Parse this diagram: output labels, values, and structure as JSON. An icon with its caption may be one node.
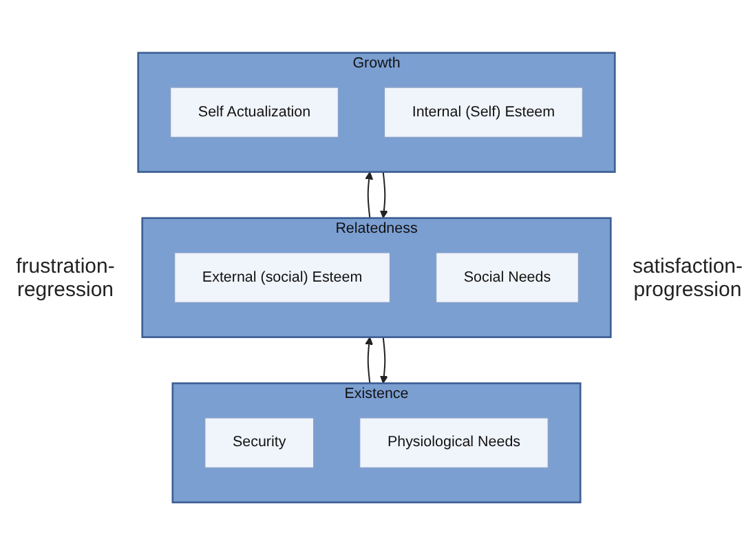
{
  "diagram": {
    "nodes": [
      {
        "text": [
          "Growth"
        ]
      },
      {
        "text": [
          "Self Actualization"
        ],
        "in": 0
      },
      {
        "text": [
          "Internal (Self) Esteem"
        ],
        "in": 0
      },
      {
        "text": [
          "Relatedness"
        ]
      },
      {
        "text": [
          "External (social) Esteem"
        ],
        "in": 3
      },
      {
        "text": [
          "Social Needs"
        ],
        "in": 3
      },
      {
        "text": [
          "Existence"
        ]
      },
      {
        "text": [
          "Security"
        ],
        "in": 6
      },
      {
        "text": [
          "Physiological Needs"
        ],
        "in": 6
      }
    ],
    "edges": [
      {
        "from": 0,
        "to": 3,
        "arrow": "to"
      },
      {
        "from": 3,
        "to": 6,
        "arrow": "to"
      },
      {
        "from": 6,
        "to": 3,
        "arrow": "to"
      },
      {
        "from": 3,
        "to": 0,
        "arrow": "to"
      }
    ],
    "labels": [
      "frustration-regression",
      "satisfaction-progression"
    ]
  }
}
